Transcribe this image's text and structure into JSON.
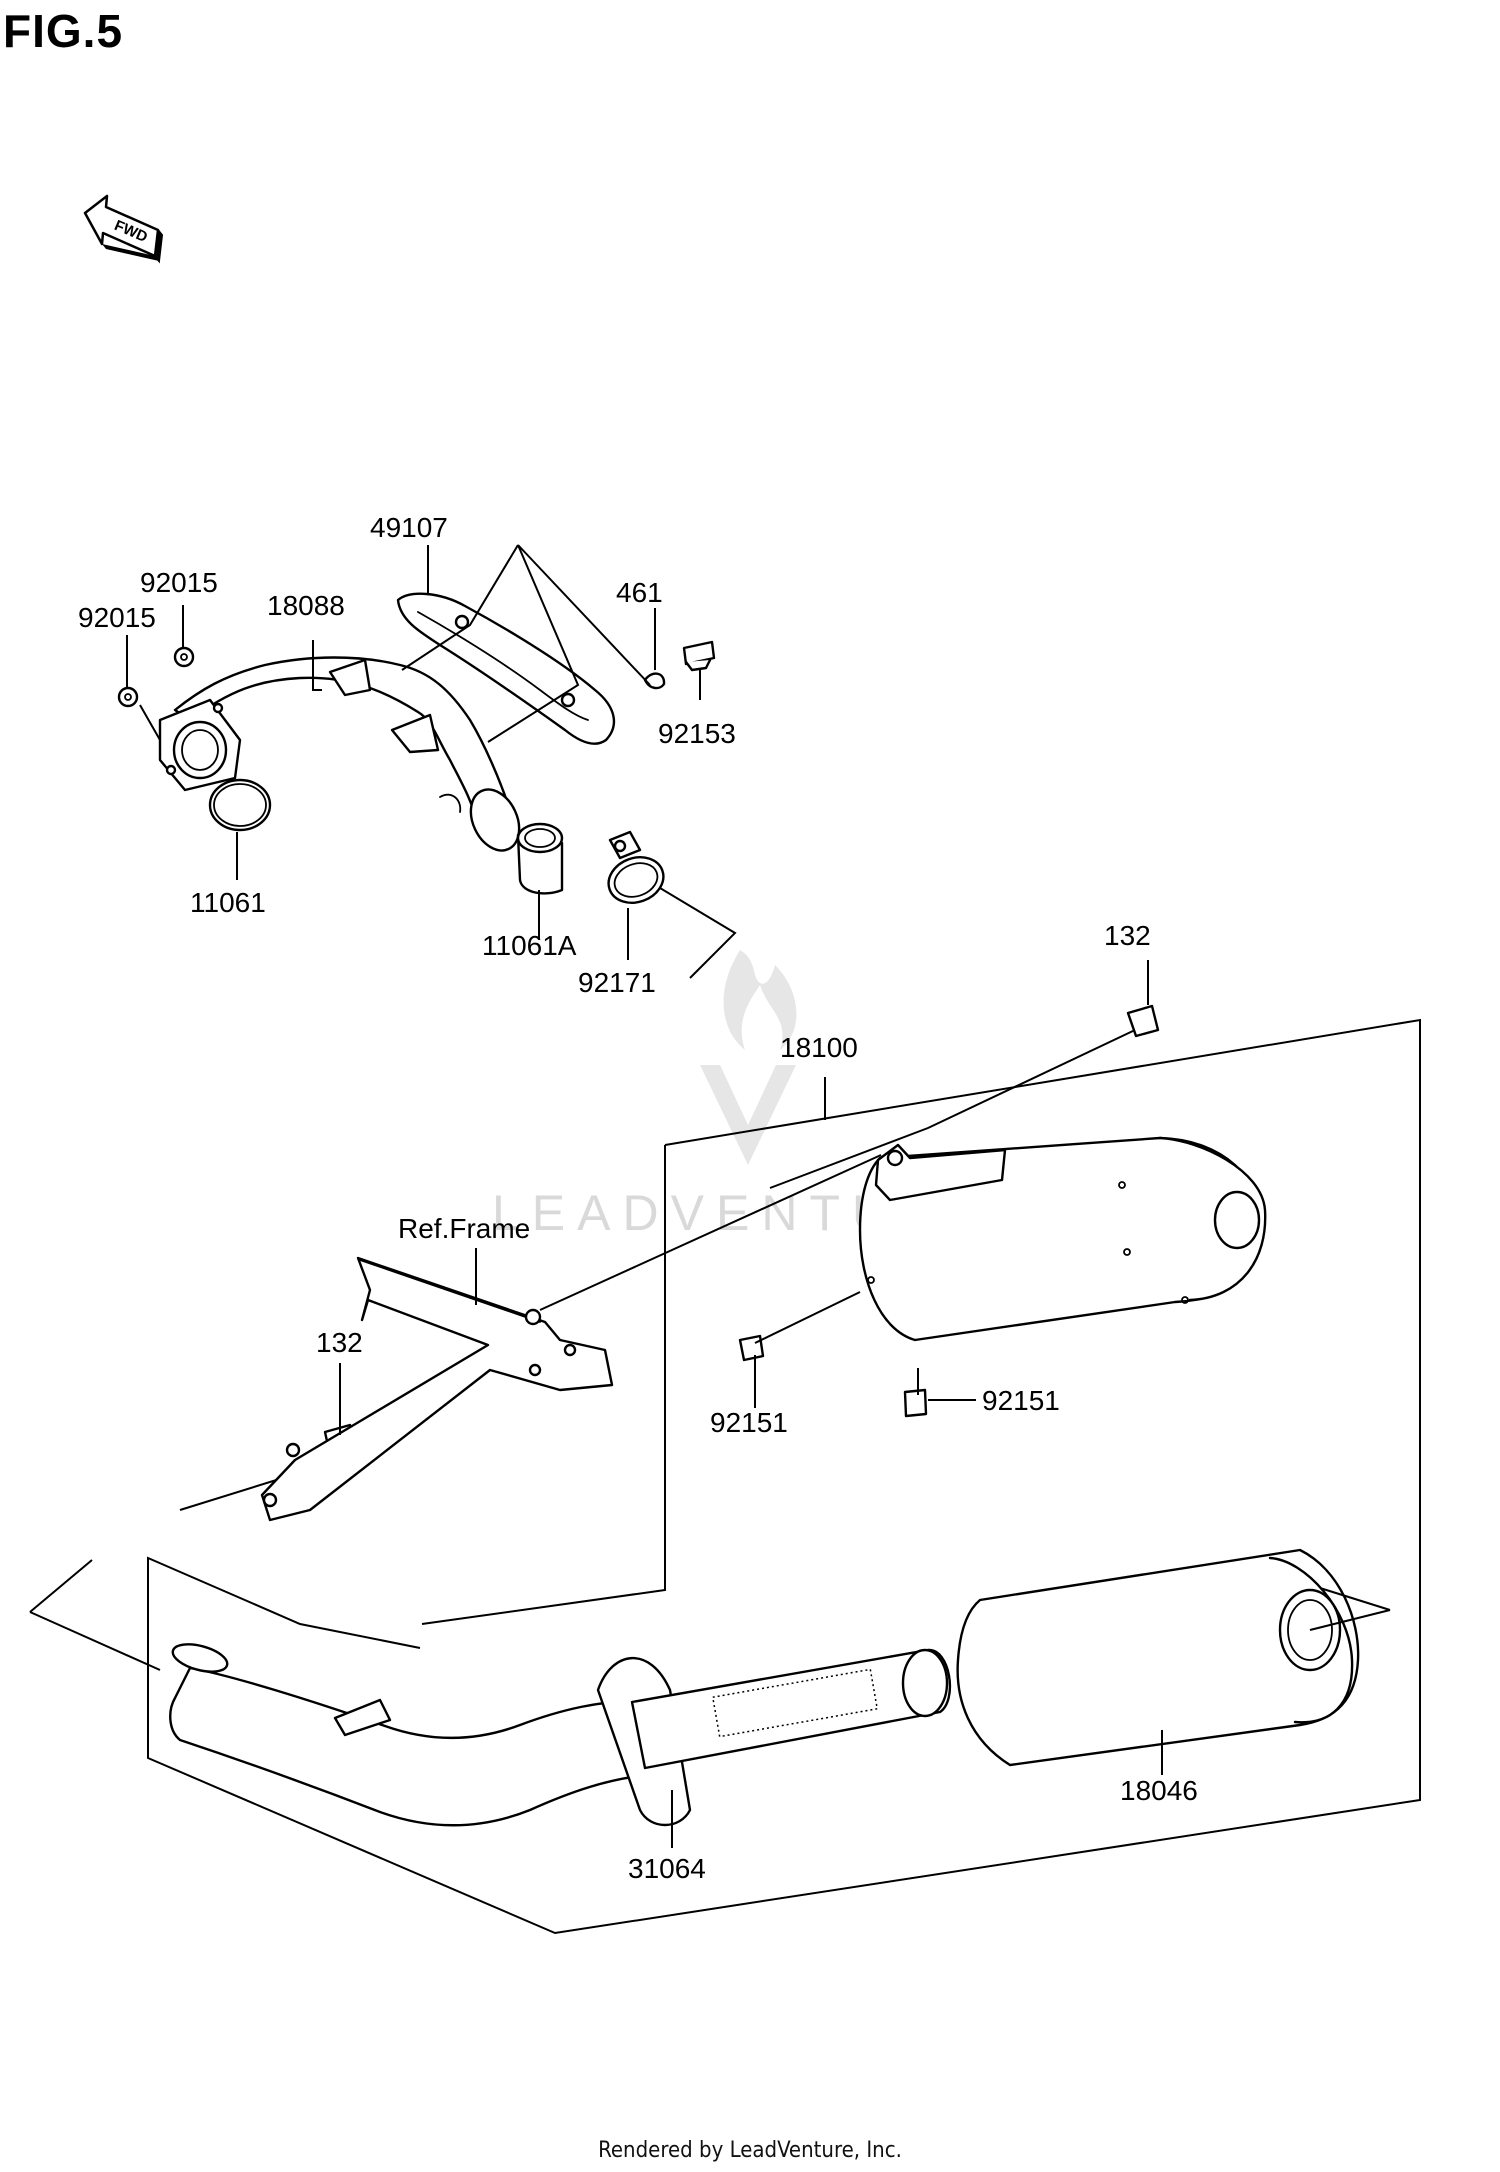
{
  "figure": {
    "title": "FIG.5",
    "fwd_label": "FWD",
    "footer": "Rendered by LeadVenture, Inc.",
    "watermark": "LEADVENTURE"
  },
  "callouts": [
    {
      "id": "49107",
      "text": "49107"
    },
    {
      "id": "92015a",
      "text": "92015"
    },
    {
      "id": "92015b",
      "text": "92015"
    },
    {
      "id": "18088",
      "text": "18088"
    },
    {
      "id": "461",
      "text": "461"
    },
    {
      "id": "92153",
      "text": "92153"
    },
    {
      "id": "11061",
      "text": "11061"
    },
    {
      "id": "11061A",
      "text": "11061A"
    },
    {
      "id": "92171",
      "text": "92171"
    },
    {
      "id": "132a",
      "text": "132"
    },
    {
      "id": "18100",
      "text": "18100"
    },
    {
      "id": "ref_frame",
      "text": "Ref.Frame"
    },
    {
      "id": "132b",
      "text": "132"
    },
    {
      "id": "92151a",
      "text": "92151"
    },
    {
      "id": "92151b",
      "text": "92151"
    },
    {
      "id": "18046",
      "text": "18046"
    },
    {
      "id": "31064",
      "text": "31064"
    }
  ]
}
